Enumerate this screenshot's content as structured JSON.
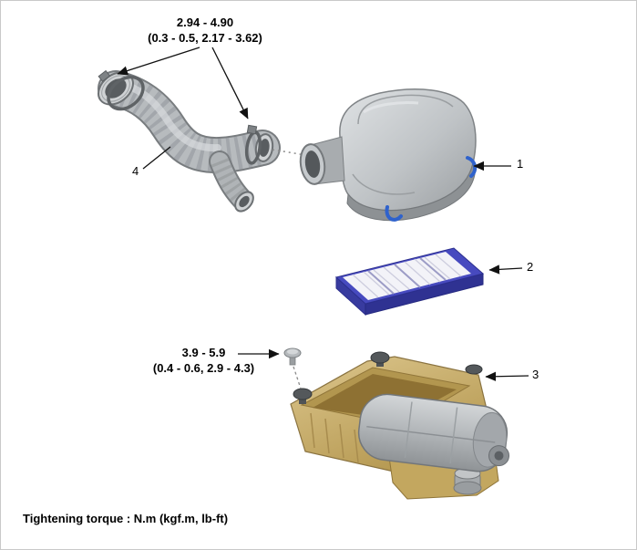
{
  "torque_specs": [
    {
      "nm": "2.94 - 4.90",
      "alt": "(0.3 - 0.5, 2.17 - 3.62)"
    },
    {
      "nm": "3.9 - 5.9",
      "alt": "(0.4 - 0.6, 2.9 - 4.3)"
    }
  ],
  "callouts": [
    {
      "label": "1"
    },
    {
      "label": "2"
    },
    {
      "label": "3"
    },
    {
      "label": "4"
    }
  ],
  "footer": {
    "note": "Tightening torque : N.m (kgf.m, lb-ft)"
  },
  "colors": {
    "line": "#111111",
    "part_gray": "#b7bbbe",
    "filter_blue": "#474abf",
    "body_tan": "#cdb67e",
    "clip_blue": "#2f62cc"
  }
}
